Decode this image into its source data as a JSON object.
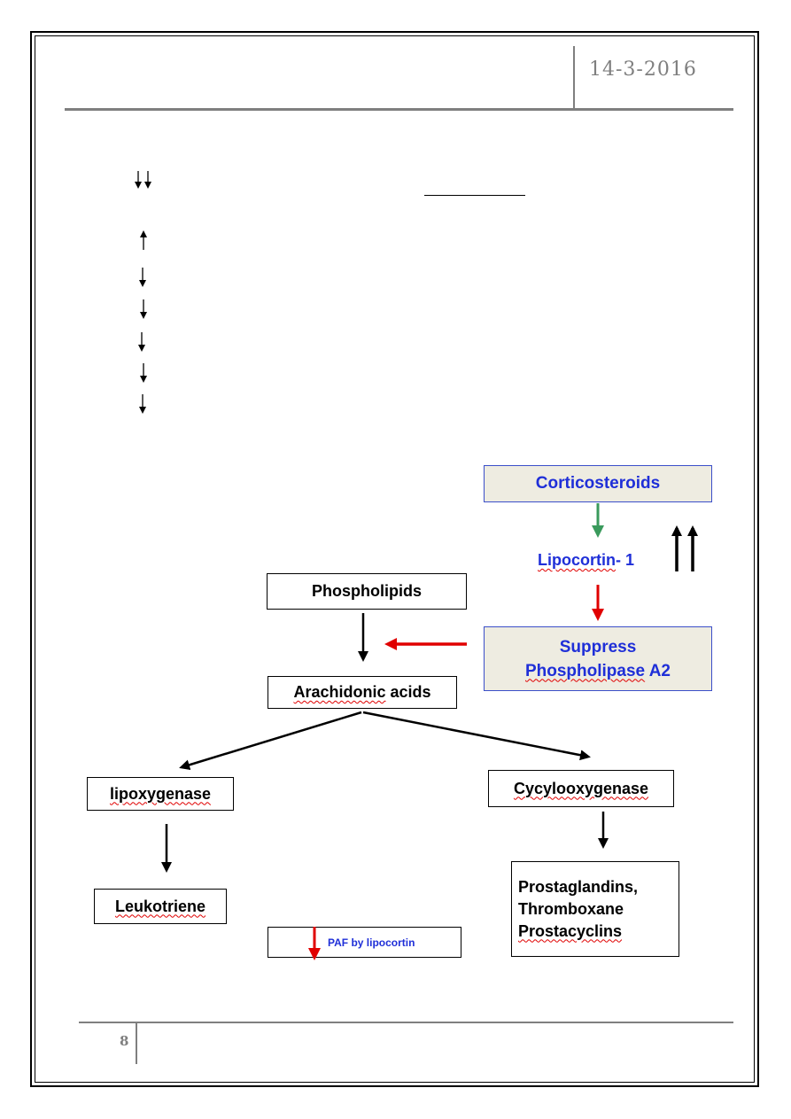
{
  "header": {
    "date": "14-3-2016"
  },
  "footer": {
    "page_number": "8"
  },
  "diagram": {
    "corticosteroids": "Corticosteroids",
    "lipocortin": "Lipocortin",
    "lipocortin_suffix": "- 1",
    "suppress_line1": "Suppress",
    "suppress_line2_a": "Phospholipase",
    "suppress_line2_b": " A2",
    "phospholipids": "Phospholipids",
    "arachidonic_a": "Arachidonic",
    "arachidonic_b": " acids",
    "lipoxygenase": "lipoxygenase",
    "cyclooxygenase": "Cycylooxygenase",
    "leukotriene": "Leukotriene",
    "prostaglandins": "Prostaglandins,",
    "thromboxane": "Thromboxane",
    "prostacyclins": "Prostacyclins",
    "paf": "PAF by lipocortin"
  },
  "colors": {
    "blue_text": "#1f2fd8",
    "red_arrow": "#e00000",
    "green_arrow": "#3a9a5c",
    "header_gray": "#7f7f7f"
  }
}
